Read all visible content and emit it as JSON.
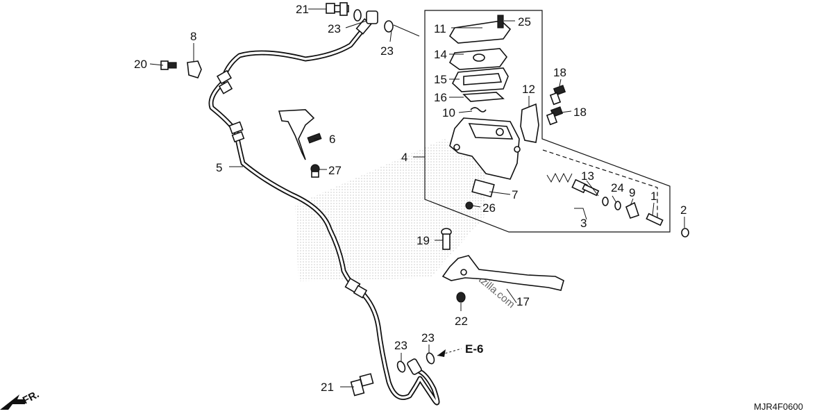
{
  "callouts": {
    "c1": "1",
    "c2": "2",
    "c3": "3",
    "c4": "4",
    "c5": "5",
    "c6": "6",
    "c7": "7",
    "c8": "8",
    "c9": "9",
    "c10": "10",
    "c11": "11",
    "c12": "12",
    "c13": "13",
    "c14": "14",
    "c15": "15",
    "c16": "16",
    "c17": "17",
    "c18a": "18",
    "c18b": "18",
    "c19": "19",
    "c20": "20",
    "c21a": "21",
    "c21b": "21",
    "c22": "22",
    "c23a": "23",
    "c23b": "23",
    "c23c": "23",
    "c23d": "23",
    "c24": "24",
    "c25": "25",
    "c26": "26",
    "c27": "27"
  },
  "reference": "E-6",
  "direction": "FR.",
  "watermark": "partzilla.com",
  "diagram_code": "MJR4F0600"
}
